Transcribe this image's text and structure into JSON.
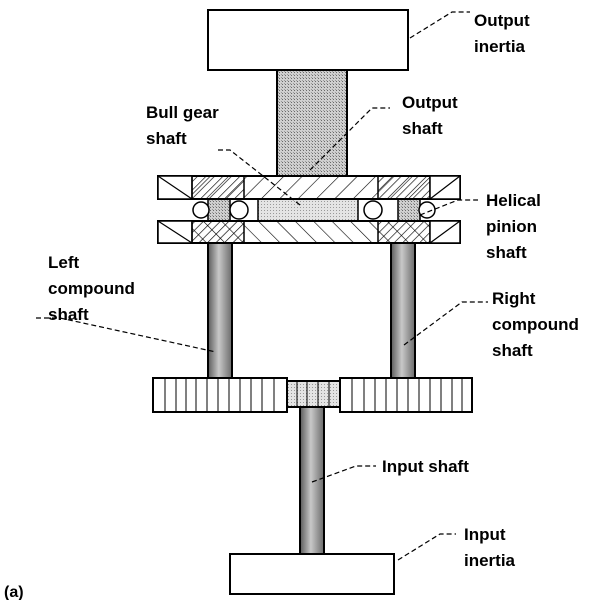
{
  "labels": {
    "output_inertia": [
      "Output",
      "inertia"
    ],
    "output_shaft": [
      "Output",
      "shaft"
    ],
    "bull_gear_shaft": [
      "Bull gear",
      "shaft"
    ],
    "helical_pinion_shaft": [
      "Helical",
      "pinion",
      "shaft"
    ],
    "left_compound_shaft": [
      "Left",
      "compound",
      "shaft"
    ],
    "right_compound_shaft": [
      "Right",
      "compound",
      "shaft"
    ],
    "input_shaft": [
      "Input shaft"
    ],
    "input_inertia": [
      "Input",
      "inertia"
    ]
  },
  "panel_label": "(a)"
}
